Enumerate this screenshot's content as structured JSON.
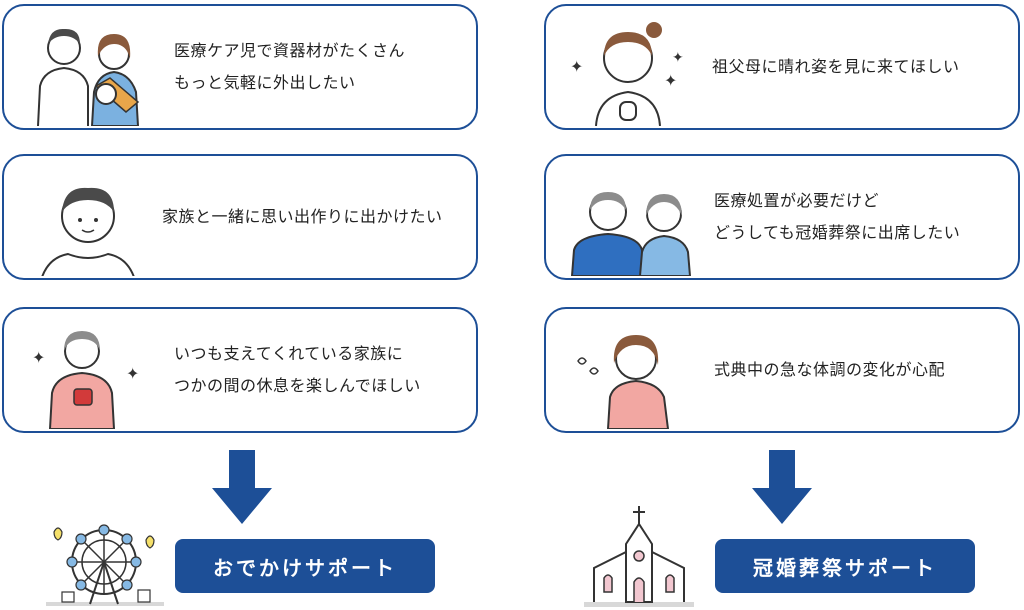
{
  "cards": [
    {
      "line1": "医療ケア児で資器材がたくさん",
      "line2": "もっと気軽に外出したい",
      "illustration": "family-with-baby-icon"
    },
    {
      "line1": "家族と一緒に思い出作りに出かけたい",
      "line2": "",
      "illustration": "child-icon"
    },
    {
      "line1": "いつも支えてくれている家族に",
      "line2": "つかの間の休息を楽しんでほしい",
      "illustration": "elderly-with-flower-icon"
    },
    {
      "line1": "祖父母に晴れ姿を見に来てほしい",
      "line2": "",
      "illustration": "girl-praying-icon"
    },
    {
      "line1": "医療処置が必要だけど",
      "line2": "どうしても冠婚葬祭に出席したい",
      "illustration": "elderly-couple-icon"
    },
    {
      "line1": "式典中の急な体調の変化が心配",
      "line2": "",
      "illustration": "worried-woman-icon"
    }
  ],
  "badges": {
    "left": "おでかけサポート",
    "right": "冠婚葬祭サポート"
  },
  "colors": {
    "navy": "#1d4f97",
    "blue_shirt": "#2f6fc0",
    "light_blue": "#86b9e4",
    "pink": "#f2a7a2",
    "skin": "#ffffff",
    "outline": "#333333"
  }
}
